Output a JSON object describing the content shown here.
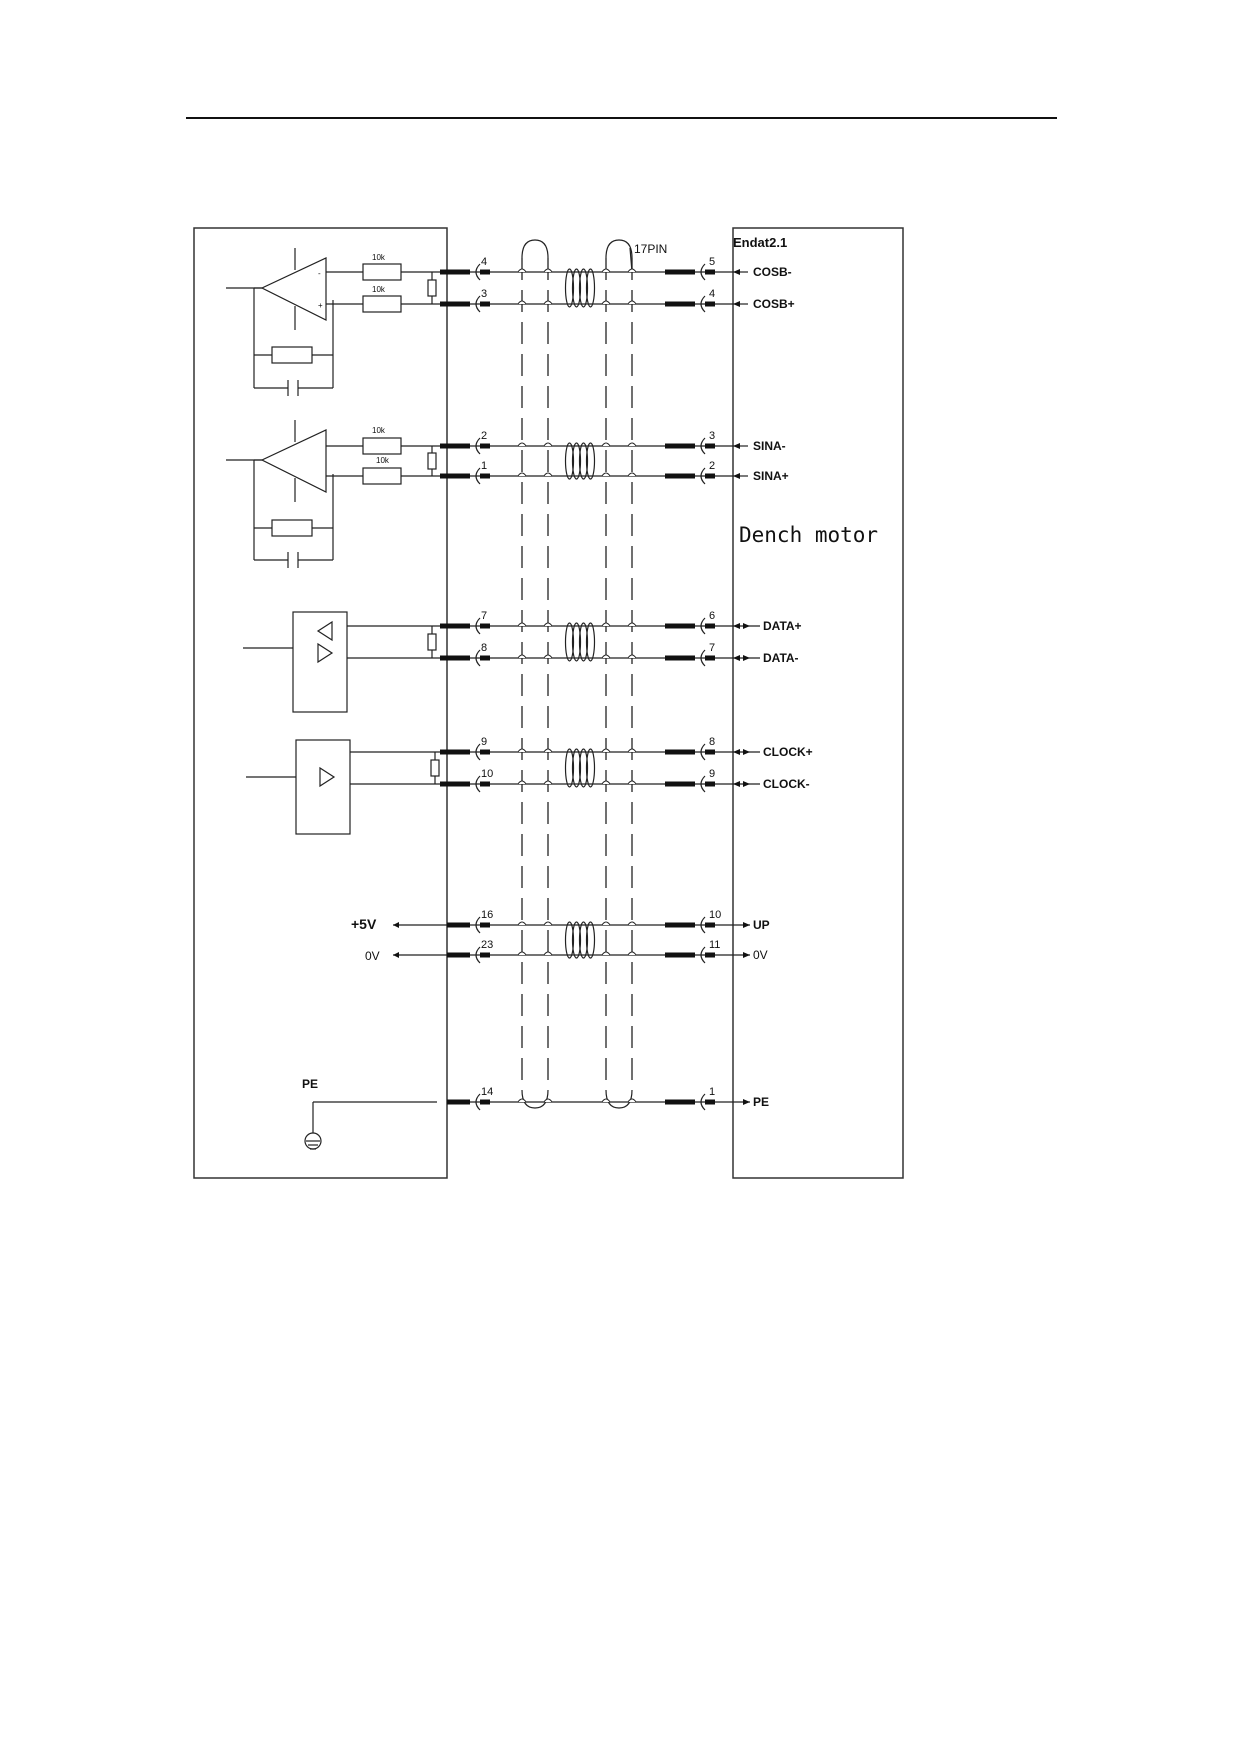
{
  "header": {
    "rule_color": "#111111"
  },
  "drive_side": {
    "inputs": [
      {
        "pins": [
          "4",
          "3"
        ],
        "resistors": [
          "10k",
          "10k"
        ]
      },
      {
        "pins": [
          "2",
          "1"
        ],
        "resistors": [
          "10k",
          "10k"
        ]
      }
    ],
    "data_pins": [
      "7",
      "8"
    ],
    "clock_pins": [
      "9",
      "10"
    ],
    "power": [
      {
        "label": "+5V",
        "pin": "16"
      },
      {
        "label": "0V",
        "pin": "23"
      }
    ],
    "pe": {
      "label": "PE",
      "pin": "14"
    }
  },
  "cable": {
    "label": "17PIN"
  },
  "motor_side": {
    "protocol": "Endat2.1",
    "title": "Dench motor",
    "signals": [
      {
        "pin": "5",
        "label": "COSB-"
      },
      {
        "pin": "4",
        "label": "COSB+"
      },
      {
        "pin": "3",
        "label": "SINA-"
      },
      {
        "pin": "2",
        "label": "SINA+"
      },
      {
        "pin": "6",
        "label": "DATA+"
      },
      {
        "pin": "7",
        "label": "DATA-"
      },
      {
        "pin": "8",
        "label": "CLOCK+"
      },
      {
        "pin": "9",
        "label": "CLOCK-"
      },
      {
        "pin": "10",
        "label": "UP"
      },
      {
        "pin": "11",
        "label": "0V"
      },
      {
        "pin": "1",
        "label": "PE"
      }
    ]
  }
}
